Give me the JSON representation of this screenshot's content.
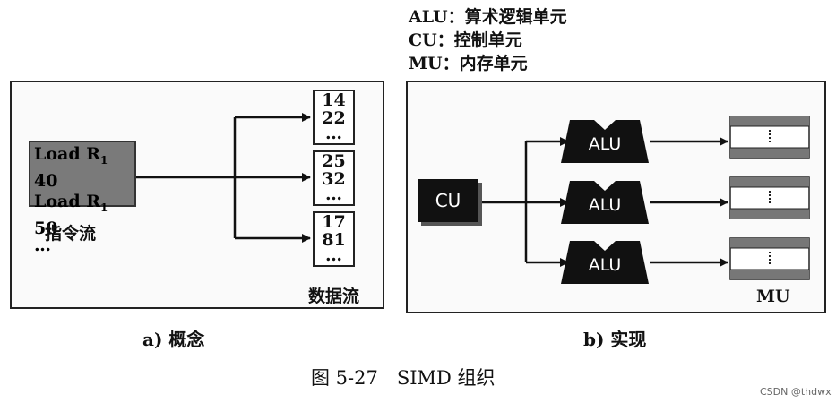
{
  "legend": {
    "alu": "ALU：算术逻辑单元",
    "cu": "CU：控制单元",
    "mu": "MU：内存单元"
  },
  "concept": {
    "instructions": [
      "Load R",
      "Load R"
    ],
    "instr_subscript": "1",
    "instr_values": [
      "40",
      "50"
    ],
    "instr_more": "…",
    "instr_label": "指令流",
    "data_boxes": [
      {
        "v1": "14",
        "v2": "22",
        "more": "…"
      },
      {
        "v1": "25",
        "v2": "32",
        "more": "…"
      },
      {
        "v1": "17",
        "v2": "81",
        "more": "…"
      }
    ],
    "data_label": "数据流",
    "caption": "a) 概念"
  },
  "impl": {
    "cu_label": "CU",
    "alu_labels": [
      "ALU",
      "ALU",
      "ALU"
    ],
    "mu_label": "MU",
    "caption": "b) 实现"
  },
  "figure_caption": "图 5-27　SIMD 组织",
  "watermark": "CSDN @thdwx"
}
